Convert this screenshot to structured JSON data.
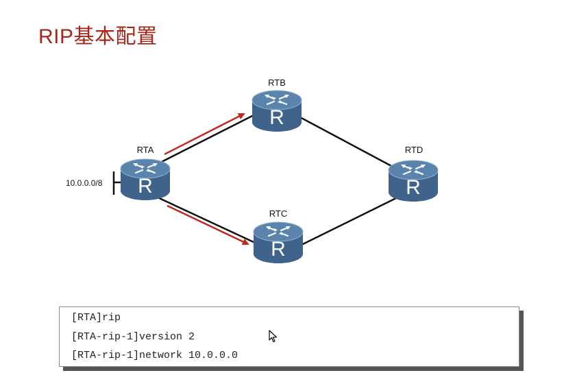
{
  "slide": {
    "title": "RIP基本配置"
  },
  "diagram": {
    "routers": [
      {
        "id": "RTA",
        "label": "RTA",
        "icon": "router-icon"
      },
      {
        "id": "RTB",
        "label": "RTB",
        "icon": "router-icon"
      },
      {
        "id": "RTC",
        "label": "RTC",
        "icon": "router-icon"
      },
      {
        "id": "RTD",
        "label": "RTD",
        "icon": "router-icon"
      }
    ],
    "network_label": "10.0.0.0/8",
    "links": [
      [
        "RTA",
        "RTB"
      ],
      [
        "RTA",
        "RTC"
      ],
      [
        "RTB",
        "RTD"
      ],
      [
        "RTC",
        "RTD"
      ]
    ],
    "advertisements": [
      [
        "RTA",
        "RTB"
      ],
      [
        "RTA",
        "RTC"
      ]
    ],
    "colors": {
      "arrow": "#c0281c",
      "router_body": "#3c5f85",
      "router_top": "#5b84ad",
      "link": "#111111"
    }
  },
  "commands": {
    "lines": [
      "[RTA]rip",
      "[RTA-rip-1]version 2",
      "[RTA-rip-1]network 10.0.0.0"
    ]
  }
}
